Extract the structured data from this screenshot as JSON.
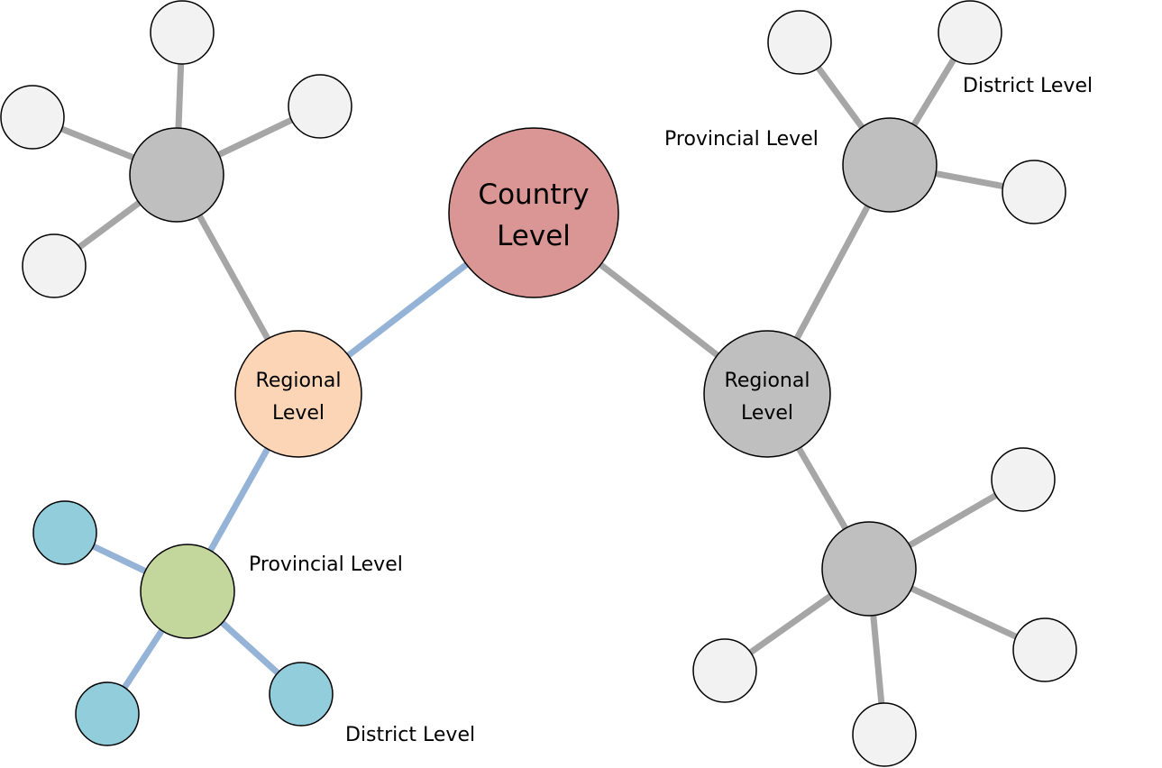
{
  "colors": {
    "highlight_edge": "#94B3D6",
    "default_edge": "#A6A6A6",
    "country_node": "#D99694",
    "highlight_regional_node": "#FBD5B5",
    "highlight_provincial_node": "#C3D69B",
    "highlight_district_node": "#92CDDC",
    "default_mid_node": "#BFBFBF",
    "default_leaf_node": "#F2F2F2"
  },
  "nodes": {
    "country": {
      "label_line1": "Country",
      "label_line2": "Level"
    },
    "regional_left": {
      "label_line1": "Regional",
      "label_line2": "Level"
    },
    "regional_right": {
      "label_line1": "Regional",
      "label_line2": "Level"
    }
  },
  "annotations": {
    "provincial_left": "Provincial Level",
    "district_left": "District Level",
    "provincial_right": "Provincial Level",
    "district_right": "District Level"
  }
}
